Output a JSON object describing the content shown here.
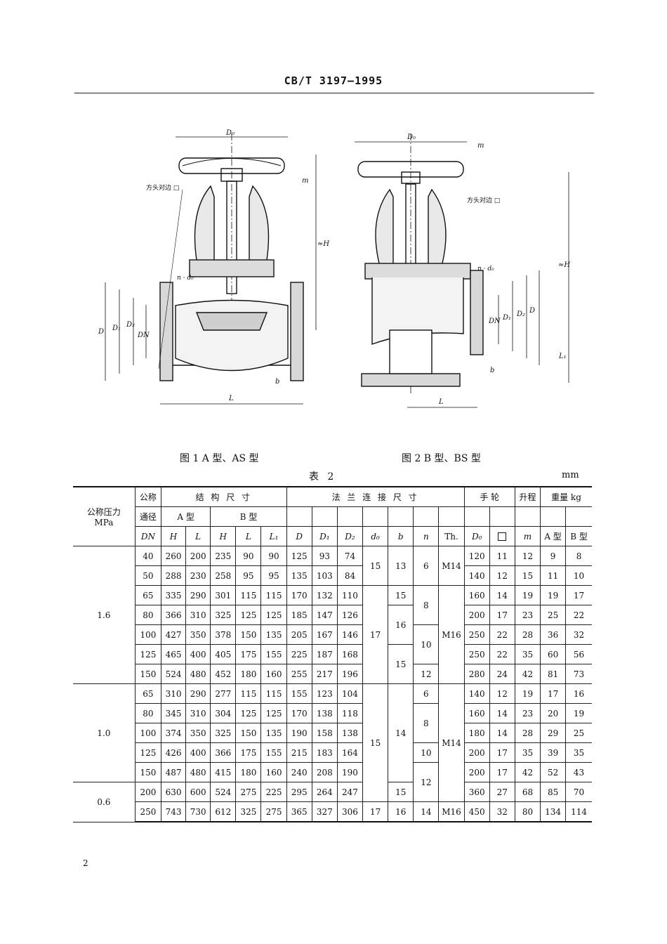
{
  "header": {
    "standard": "CB/T 3197—1995"
  },
  "figures": [
    {
      "caption": "图 1  A 型、AS 型",
      "labels": {
        "square_head": "方头对边 □",
        "Dn": "D₀",
        "m": "m",
        "H": "≈H",
        "nd": "n · d₀",
        "D": "D",
        "D1": "D₁",
        "D2": "D₂",
        "DN": "DN",
        "b": "b",
        "L": "L"
      }
    },
    {
      "caption": "图 2  B 型、BS 型",
      "labels": {
        "square_head": "方头对边 □",
        "Dn": "D₀",
        "m": "m",
        "H": "≈H",
        "nd": "n · d₀",
        "DN": "DN",
        "D1": "D₁",
        "D2": "D₂",
        "D": "D",
        "L1": "L₁",
        "b": "b",
        "L": "L"
      }
    }
  ],
  "table": {
    "title": "表 2",
    "unit": "mm",
    "headers": {
      "pressure_l1": "公称压力",
      "pressure_l2": "MPa",
      "dn_l1": "公称",
      "dn_l2": "通径",
      "dn_l3": "DN",
      "structure": "结 构 尺 寸",
      "type_a": "A 型",
      "type_b": "B 型",
      "flange": "法 兰 连 接 尺 寸",
      "handwheel": "手  轮",
      "lift": "升程",
      "weight": "重量  kg",
      "H": "H",
      "L": "L",
      "H_b": "H",
      "L_b": "L",
      "L1": "L₁",
      "D": "D",
      "D1": "D₁",
      "D2": "D₂",
      "d0": "d₀",
      "b": "b",
      "n": "n",
      "Th": "Th.",
      "D0": "D₀",
      "m": "m",
      "w_a": "A 型",
      "w_b": "B 型"
    },
    "pressure_groups": [
      "1.6",
      "1.0",
      "0.6"
    ],
    "rows": [
      {
        "DN": "40",
        "H": "260",
        "L": "200",
        "Hb": "235",
        "Lb": "90",
        "L1": "90",
        "D": "125",
        "D1": "93",
        "D2": "74",
        "D0": "120",
        "sq": "11",
        "m": "12",
        "wa": "9",
        "wb": "8"
      },
      {
        "DN": "50",
        "H": "288",
        "L": "230",
        "Hb": "258",
        "Lb": "95",
        "L1": "95",
        "D": "135",
        "D1": "103",
        "D2": "84",
        "D0": "140",
        "sq": "12",
        "m": "15",
        "wa": "11",
        "wb": "10"
      },
      {
        "DN": "65",
        "H": "335",
        "L": "290",
        "Hb": "301",
        "Lb": "115",
        "L1": "115",
        "D": "170",
        "D1": "132",
        "D2": "110",
        "D0": "160",
        "sq": "14",
        "m": "19",
        "wa": "19",
        "wb": "17"
      },
      {
        "DN": "80",
        "H": "366",
        "L": "310",
        "Hb": "325",
        "Lb": "125",
        "L1": "125",
        "D": "185",
        "D1": "147",
        "D2": "126",
        "D0": "200",
        "sq": "17",
        "m": "23",
        "wa": "25",
        "wb": "22"
      },
      {
        "DN": "100",
        "H": "427",
        "L": "350",
        "Hb": "378",
        "Lb": "150",
        "L1": "135",
        "D": "205",
        "D1": "167",
        "D2": "146",
        "D0": "250",
        "sq": "22",
        "m": "28",
        "wa": "36",
        "wb": "32"
      },
      {
        "DN": "125",
        "H": "465",
        "L": "400",
        "Hb": "405",
        "Lb": "175",
        "L1": "155",
        "D": "225",
        "D1": "187",
        "D2": "168",
        "D0": "250",
        "sq": "22",
        "m": "35",
        "wa": "60",
        "wb": "56"
      },
      {
        "DN": "150",
        "H": "524",
        "L": "480",
        "Hb": "452",
        "Lb": "180",
        "L1": "160",
        "D": "255",
        "D1": "217",
        "D2": "196",
        "D0": "280",
        "sq": "24",
        "m": "42",
        "wa": "81",
        "wb": "73"
      },
      {
        "DN": "65",
        "H": "310",
        "L": "290",
        "Hb": "277",
        "Lb": "115",
        "L1": "115",
        "D": "155",
        "D1": "123",
        "D2": "104",
        "D0": "140",
        "sq": "12",
        "m": "19",
        "wa": "17",
        "wb": "16"
      },
      {
        "DN": "80",
        "H": "345",
        "L": "310",
        "Hb": "304",
        "Lb": "125",
        "L1": "125",
        "D": "170",
        "D1": "138",
        "D2": "118",
        "D0": "160",
        "sq": "14",
        "m": "23",
        "wa": "20",
        "wb": "19"
      },
      {
        "DN": "100",
        "H": "374",
        "L": "350",
        "Hb": "325",
        "Lb": "150",
        "L1": "135",
        "D": "190",
        "D1": "158",
        "D2": "138",
        "D0": "180",
        "sq": "14",
        "m": "28",
        "wa": "29",
        "wb": "25"
      },
      {
        "DN": "125",
        "H": "426",
        "L": "400",
        "Hb": "366",
        "Lb": "175",
        "L1": "155",
        "D": "215",
        "D1": "183",
        "D2": "164",
        "D0": "200",
        "sq": "17",
        "m": "35",
        "wa": "39",
        "wb": "35"
      },
      {
        "DN": "150",
        "H": "487",
        "L": "480",
        "Hb": "415",
        "Lb": "180",
        "L1": "160",
        "D": "240",
        "D1": "208",
        "D2": "190",
        "D0": "200",
        "sq": "17",
        "m": "42",
        "wa": "52",
        "wb": "43"
      },
      {
        "DN": "200",
        "H": "630",
        "L": "600",
        "Hb": "524",
        "Lb": "275",
        "L1": "225",
        "D": "295",
        "D1": "264",
        "D2": "247",
        "D0": "360",
        "sq": "27",
        "m": "68",
        "wa": "85",
        "wb": "70"
      },
      {
        "DN": "250",
        "H": "743",
        "L": "730",
        "Hb": "612",
        "Lb": "325",
        "L1": "275",
        "D": "365",
        "D1": "327",
        "D2": "306",
        "D0": "450",
        "sq": "32",
        "m": "80",
        "wa": "134",
        "wb": "114"
      }
    ],
    "merged": {
      "d0_a": "15",
      "d0_b": "17",
      "d0_c": "15",
      "d0_d": "17",
      "b_a": "13",
      "b_b": "15",
      "b_c": "16",
      "b_d": "15",
      "b_e": "14",
      "b_f": "15",
      "b_g": "16",
      "n_a": "6",
      "n_b": "8",
      "n_c": "10",
      "n_d": "12",
      "n_e": "6",
      "n_f": "8",
      "n_g": "10",
      "n_h": "12",
      "n_i": "14",
      "th_a": "M14",
      "th_b": "M16",
      "th_c": "M14",
      "th_d": "M16"
    }
  },
  "page_number": "2"
}
